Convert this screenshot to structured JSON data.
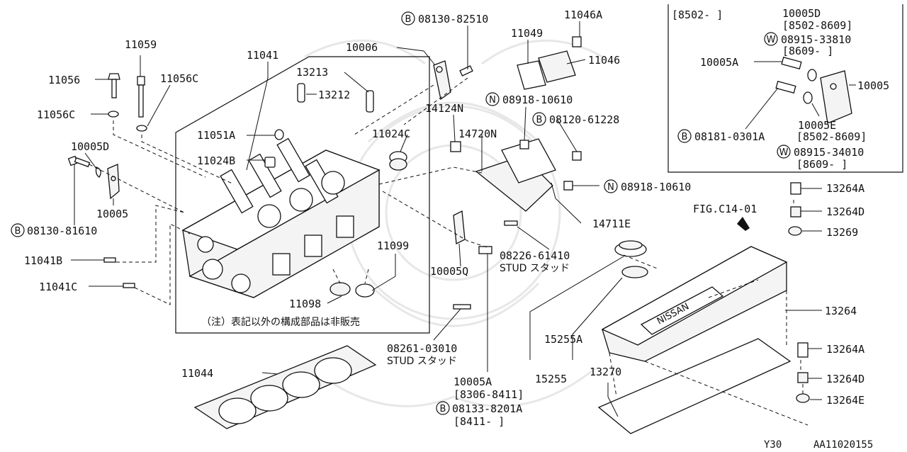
{
  "labels": {
    "p10006": "10006",
    "p11059": "11059",
    "p11056": "11056",
    "p11056c_top": "11056C",
    "p11056c_left": "11056C",
    "p11041": "11041",
    "p13213": "13213",
    "p13212": "13212",
    "p11051a": "11051A",
    "p11024b": "11024B",
    "p11024c": "11024C",
    "p10005d_left": "10005D",
    "p10005_left": "10005",
    "p08130_81610": "08130-81610",
    "p11041b": "11041B",
    "p11041c": "11041C",
    "p11098": "11098",
    "p11099": "11099",
    "note_jp": "（注）表記以外の構成部品は非販売",
    "p08130_82510": "08130-82510",
    "p11049": "11049",
    "p11046a": "11046A",
    "p11046": "11046",
    "p14124n": "14124N",
    "p08918_10610_top": "08918-10610",
    "p14720n": "14720N",
    "p08120_61228": "08120-61228",
    "p08918_10610_mid": "08918-10610",
    "p14711e": "14711E",
    "p08226_61410": "08226-61410",
    "stud1": "STUD スタッド",
    "p10005q": "10005Q",
    "p08261_03010": "08261-03010",
    "stud2": "STUD スタッド",
    "p10005a_bottom": "10005A",
    "range_8306_8411": "[8306-8411]",
    "p08133_8201a": "08133-8201A",
    "range_8411": "[8411-        ]",
    "p11044": "11044",
    "p15255": "15255",
    "p15255a": "15255A",
    "p13270": "13270",
    "fig_ref": "FIG.C14-01",
    "p13264a_top": "13264A",
    "p13264d_top": "13264D",
    "p13269": "13269",
    "p13264": "13264",
    "p13264a_bot": "13264A",
    "p13264d_bot": "13264D",
    "p13264e": "13264E",
    "inset_range_8502": "[8502-        ]",
    "inset_10005d": "10005D",
    "inset_range_8502_8609_a": "[8502-8609]",
    "inset_08915_33810": "08915-33810",
    "inset_range_8609_a": "[8609-        ]",
    "inset_10005a": "10005A",
    "inset_10005": "10005",
    "inset_10005e": "10005E",
    "inset_08181_0301a": "08181-0301A",
    "inset_range_8502_8609_b": "[8502-8609]",
    "inset_08915_34010": "08915-34010",
    "inset_range_8609_b": "[8609-        ]",
    "code_y30": "Y30",
    "code_aa": "AA11020155",
    "nissan_logo": "NISSAN"
  },
  "badges": {
    "b": "B",
    "n": "N",
    "w": "W"
  },
  "colors": {
    "line": "#111111",
    "part_fill": "#f4f4f4",
    "watermark": "#e7e7e7"
  }
}
